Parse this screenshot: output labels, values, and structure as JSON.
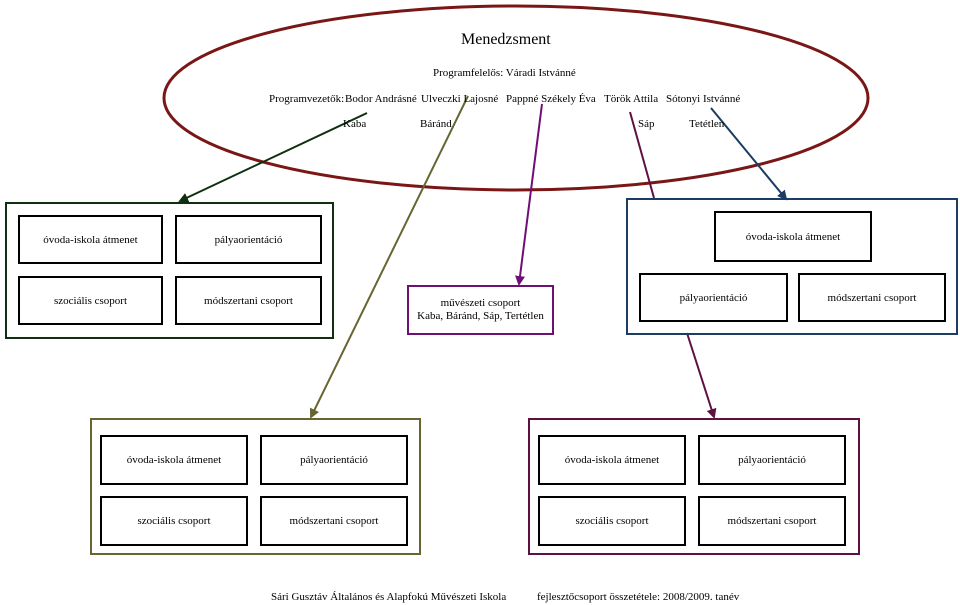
{
  "header": {
    "title": "Menedzsment",
    "lead": "Programfelelős: Váradi Istvánné",
    "managers_label": "Programvezetők:",
    "managers": [
      "Bodor Andrásné",
      "Ulveczki Lajosné",
      "Pappné Székely Éva",
      "Török Attila",
      "Sótonyi Istvánné"
    ],
    "locations": [
      "Kaba",
      "Báránd",
      "Sáp",
      "Tetétlen"
    ]
  },
  "groups": {
    "top_left": [
      "óvoda-iskola átmenet",
      "pályaorientáció",
      "szociális csoport",
      "módszertani csoport"
    ],
    "top_right": [
      "óvoda-iskola átmenet",
      "pályaorientáció",
      "módszertani csoport"
    ],
    "bottom_left": [
      "óvoda-iskola átmenet",
      "pályaorientáció",
      "szociális csoport",
      "módszertani csoport"
    ],
    "bottom_right": [
      "óvoda-iskola átmenet",
      "pályaorientáció",
      "szociális csoport",
      "módszertani csoport"
    ]
  },
  "center": {
    "title": "művészeti csoport",
    "subtitle": "Kaba, Báránd, Sáp, Tertétlen"
  },
  "footer": {
    "school": "Sári Gusztáv Általános és Alapfokú Művészeti Iskola",
    "note": "fejlesztőcsoport összetétele: 2008/2009. tanév"
  },
  "colors": {
    "ellipse": "#7a1616",
    "dark_green": "#0f3010",
    "olive": "#666633",
    "purple": "#6e0f73",
    "navy": "#1b3d63",
    "maroon": "#5e1040"
  }
}
